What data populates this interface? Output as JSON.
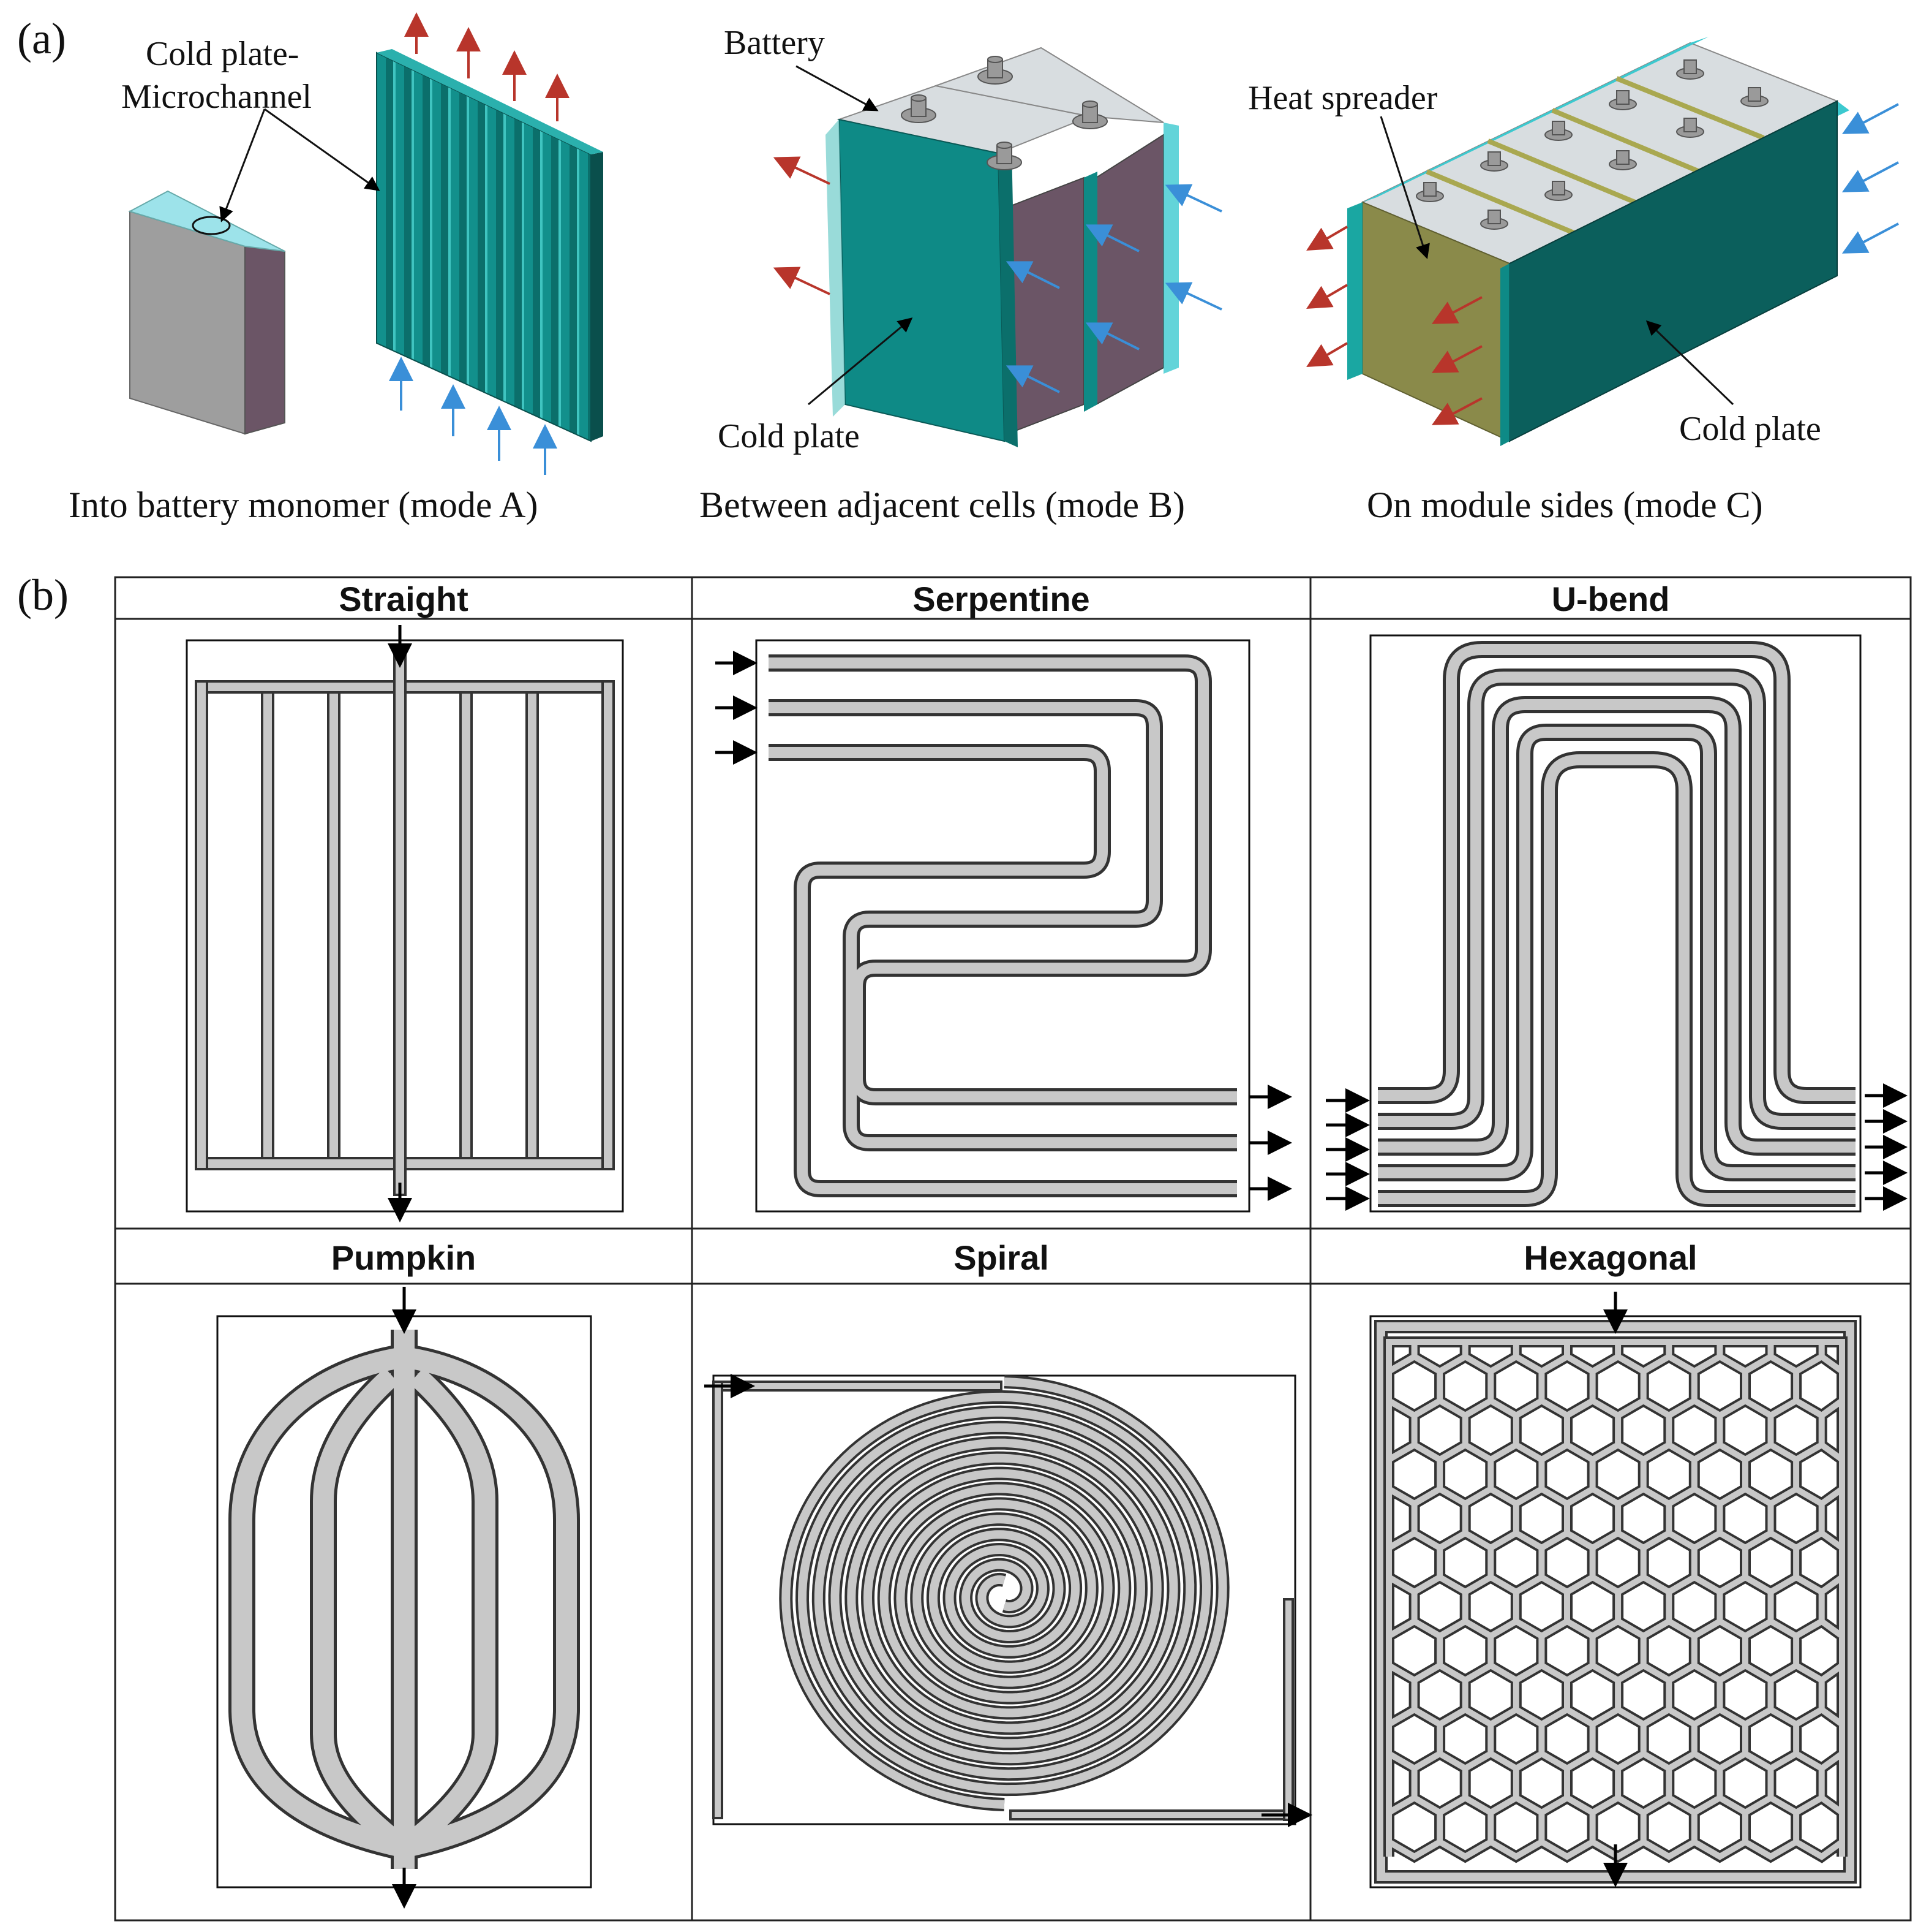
{
  "panel_a": {
    "label": "(a)",
    "annot_cold_plate_1": "Cold plate-",
    "annot_cold_plate_2": "Microchannel",
    "annot_battery": "Battery",
    "annot_cold_plate_b": "Cold plate",
    "annot_heat_spreader": "Heat spreader",
    "annot_cold_plate_c": "Cold plate",
    "caption_a": "Into battery monomer (mode A)",
    "caption_b": "Between adjacent cells (mode B)",
    "caption_c": "On module sides (mode C)"
  },
  "panel_b": {
    "label": "(b)",
    "headers": [
      "Straight",
      "Serpentine",
      "U-bend",
      "Pumpkin",
      "Spiral",
      "Hexagonal"
    ]
  },
  "colors": {
    "teal": "#0e8a86",
    "teal_dark": "#0b5f5c",
    "cyan": "#3cc9cf",
    "purple": "#6b5566",
    "grey": "#9a9a9a",
    "channel": "#c8c8c8",
    "red_arrow": "#b8352b",
    "blue_arrow": "#3a8fd8",
    "olive": "#8a8a4a"
  }
}
